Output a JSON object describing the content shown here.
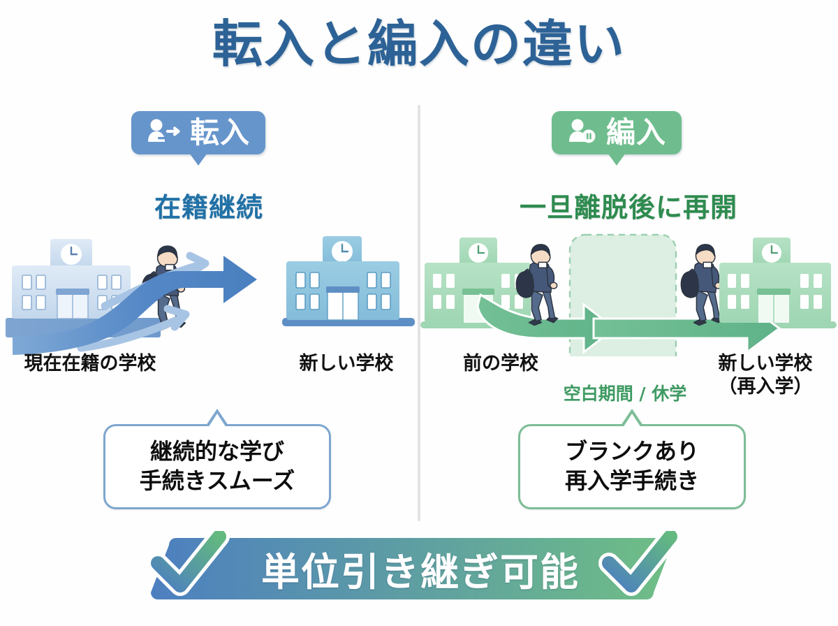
{
  "title": "転入と編入の違い",
  "colors": {
    "title_blue": "#2d6296",
    "badge_blue": "#6695cb",
    "badge_green": "#6fbd8e",
    "subtitle_blue": "#2171a6",
    "subtitle_green": "#2e8b4f",
    "callout_border_blue": "#7ea6cf",
    "callout_border_green": "#7cbd96",
    "school_blue_light": "#d4e3f1",
    "school_blue_dark": "#8ec3dd",
    "school_green": "#a9dcba",
    "arrow_blue": "#4f83c4",
    "arrow_green": "#65b98c",
    "banner_gradient_start": "#4d7fc0",
    "banner_gradient_end": "#6fbe85"
  },
  "left_panel": {
    "badge": {
      "label": "転入",
      "icon": "person-arrow-icon"
    },
    "subtitle": "在籍継続",
    "school_from_label": "現在在籍の学校",
    "school_to_label": "新しい学校",
    "callout": "継続的な学び\n手続きスムーズ"
  },
  "right_panel": {
    "badge": {
      "label": "編入",
      "icon": "person-pause-icon"
    },
    "subtitle": "一旦離脱後に再開",
    "school_from_label": "前の学校",
    "gap_label": "空白期間 / 休学",
    "school_to_label": "新しい学校\n（再入学）",
    "callout": "ブランクあり\n再入学手続き"
  },
  "banner": {
    "text": "単位引き継ぎ可能",
    "left_icon": "check-icon",
    "right_icon": "check-icon"
  }
}
